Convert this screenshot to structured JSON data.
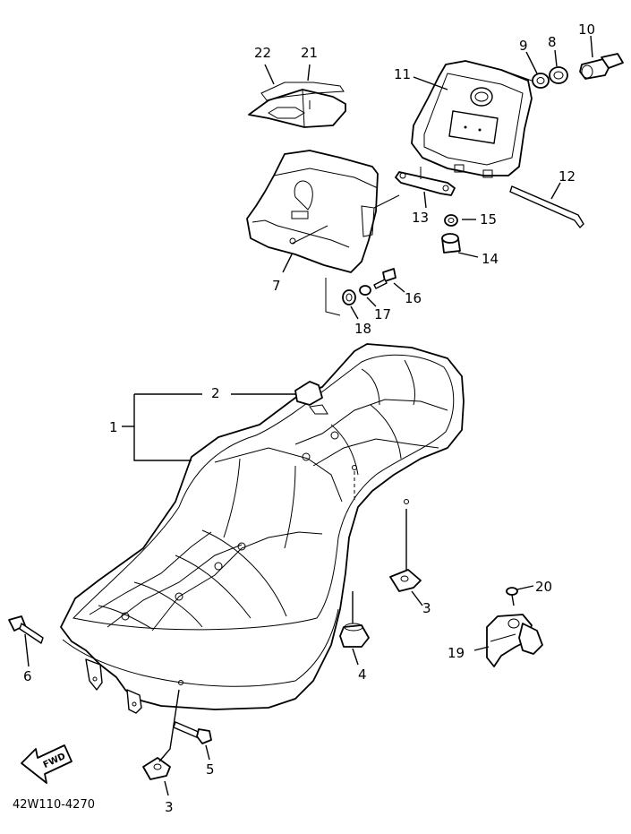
{
  "labels": {
    "p1": "1",
    "p2": "2",
    "p3a": "3",
    "p3b": "3",
    "p4": "4",
    "p5": "5",
    "p6": "6",
    "p7": "7",
    "p8": "8",
    "p9": "9",
    "p10": "10",
    "p11": "11",
    "p12": "12",
    "p13": "13",
    "p14": "14",
    "p15": "15",
    "p16": "16",
    "p17": "17",
    "p18": "18",
    "p19": "19",
    "p20": "20",
    "p21": "21",
    "p22": "22"
  },
  "fwd_arrow_text": "FWD",
  "diagram_code": "42W110-4270"
}
